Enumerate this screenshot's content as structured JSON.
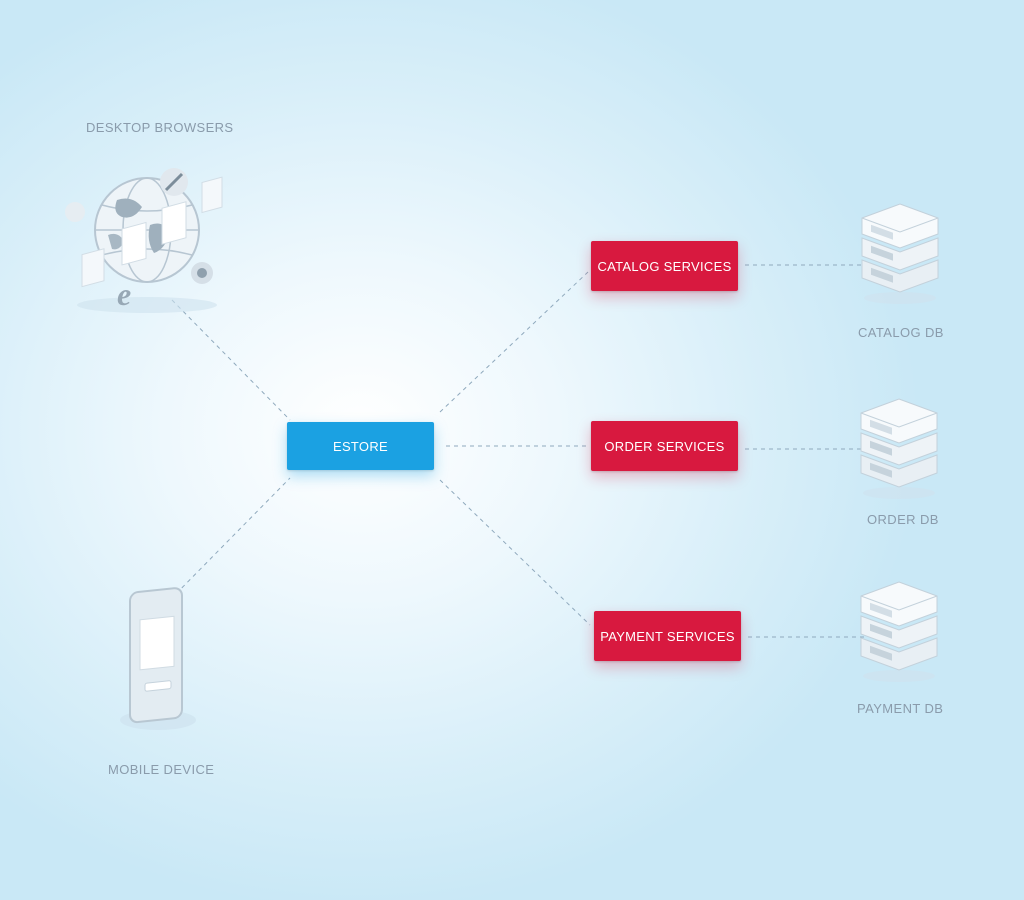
{
  "diagram": {
    "clients": {
      "desktop": {
        "label": "DESKTOP BROWSERS",
        "icon": "globe-browsers-icon"
      },
      "mobile": {
        "label": "MOBILE DEVICE",
        "icon": "mobile-phone-icon"
      }
    },
    "gateway": {
      "label": "ESTORE",
      "color": "#1ba1e2"
    },
    "services": [
      {
        "label": "CATALOG SERVICES",
        "color": "#d8193f"
      },
      {
        "label": "ORDER SERVICES",
        "color": "#d8193f"
      },
      {
        "label": "PAYMENT SERVICES",
        "color": "#d8193f"
      }
    ],
    "databases": [
      {
        "label": "CATALOG DB",
        "icon": "database-server-icon"
      },
      {
        "label": "ORDER DB",
        "icon": "database-server-icon"
      },
      {
        "label": "PAYMENT DB",
        "icon": "database-server-icon"
      }
    ],
    "connections": [
      [
        "DESKTOP BROWSERS",
        "ESTORE"
      ],
      [
        "MOBILE DEVICE",
        "ESTORE"
      ],
      [
        "ESTORE",
        "CATALOG SERVICES"
      ],
      [
        "ESTORE",
        "ORDER SERVICES"
      ],
      [
        "ESTORE",
        "PAYMENT SERVICES"
      ],
      [
        "CATALOG SERVICES",
        "CATALOG DB"
      ],
      [
        "ORDER SERVICES",
        "ORDER DB"
      ],
      [
        "PAYMENT SERVICES",
        "PAYMENT DB"
      ]
    ],
    "connector_style": "dashed"
  }
}
